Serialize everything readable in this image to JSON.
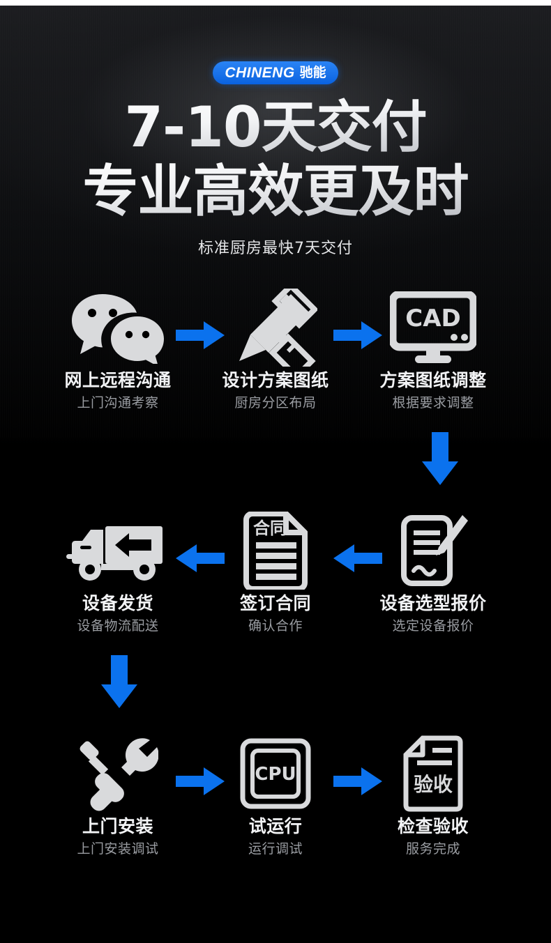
{
  "brand": {
    "logo_en": "CHINENG",
    "logo_cn": "驰能",
    "accent_color": "#0b72ee",
    "icon_color": "#d9dadc"
  },
  "hero": {
    "line1": "7-10天交付",
    "line2": "专业高效更及时",
    "subtitle": "标准厨房最快7天交付"
  },
  "flow": {
    "rows": [
      {
        "direction": "left-to-right",
        "steps": [
          {
            "icon": "wechat-chat-bubbles-icon",
            "title": "网上远程沟通",
            "subtitle": "上门沟通考察"
          },
          {
            "icon": "pencil-ruler-icon",
            "title": "设计方案图纸",
            "subtitle": "厨房分区布局"
          },
          {
            "icon": "cad-monitor-icon",
            "icon_text": "CAD",
            "title": "方案图纸调整",
            "subtitle": "根据要求调整"
          }
        ]
      },
      {
        "direction": "right-to-left",
        "steps": [
          {
            "icon": "delivery-truck-icon",
            "title": "设备发货",
            "subtitle": "设备物流配送"
          },
          {
            "icon": "contract-document-icon",
            "icon_text": "合同",
            "title": "签订合同",
            "subtitle": "确认合作"
          },
          {
            "icon": "quotation-signature-icon",
            "title": "设备选型报价",
            "subtitle": "选定设备报价"
          }
        ]
      },
      {
        "direction": "left-to-right",
        "steps": [
          {
            "icon": "wrench-screwdriver-icon",
            "title": "上门安装",
            "subtitle": "上门安装调试"
          },
          {
            "icon": "cpu-chip-icon",
            "icon_text": "CPU",
            "title": "试运行",
            "subtitle": "运行调试"
          },
          {
            "icon": "acceptance-document-icon",
            "icon_text": "验收",
            "title": "检查验收",
            "subtitle": "服务完成"
          }
        ]
      }
    ],
    "connectors": [
      {
        "name": "arrow-right",
        "count": 4
      },
      {
        "name": "arrow-left",
        "count": 2
      },
      {
        "name": "arrow-down-right-column",
        "count": 1
      },
      {
        "name": "arrow-down-left-column",
        "count": 1
      }
    ]
  }
}
